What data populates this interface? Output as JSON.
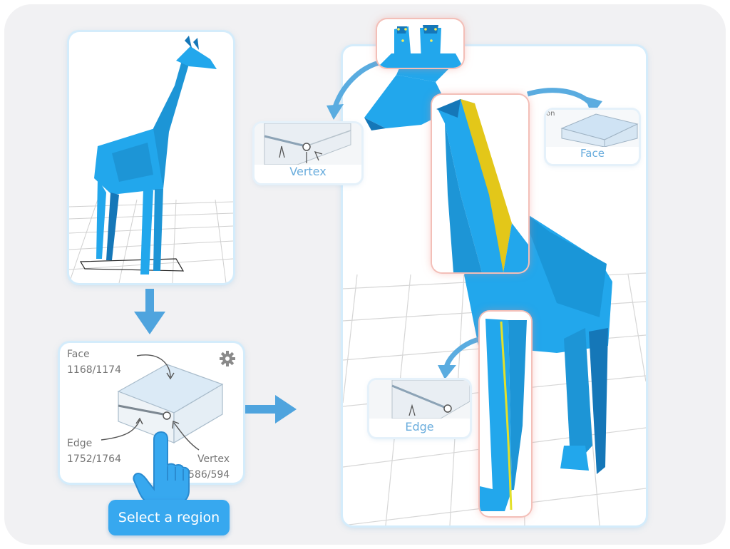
{
  "colors": {
    "model_blue": "#22a7ec",
    "model_dark": "#1577b8",
    "highlight_yellow": "#e3c719",
    "arrow_blue": "#5aace0",
    "label_blue": "#6aaddd",
    "cta_blue": "#37a8ef"
  },
  "selection_panel": {
    "face_label": "Face",
    "face_count": "1168/1174",
    "edge_label": "Edge",
    "edge_count": "1752/1764",
    "vertex_label": "Vertex",
    "vertex_count": "586/594",
    "settings_icon": "gear-icon"
  },
  "callouts": {
    "vertex": "Vertex",
    "face": "Face",
    "edge": "Edge",
    "face_partial_text": "on"
  },
  "cta": {
    "label": "Select a region",
    "icon": "pointing-hand-icon"
  }
}
